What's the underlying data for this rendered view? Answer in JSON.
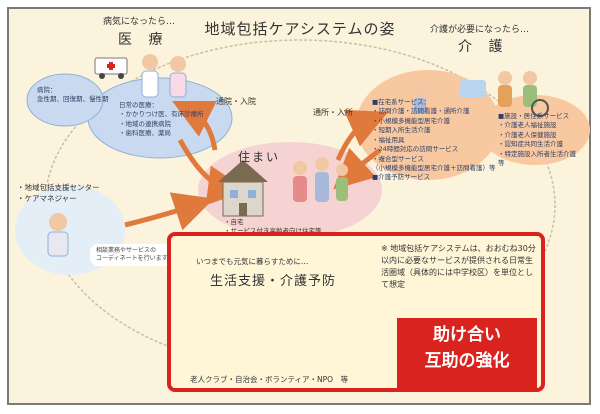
{
  "title": "地域包括ケアシステムの姿",
  "medical": {
    "header": "病気になったら…",
    "title": "医 療",
    "hospital_lines": [
      "病院：",
      "急性期、回復期、慢性期"
    ],
    "clinic_lines": [
      "日常の医療：",
      "・かかりつけ医、有床診療所",
      "・地域の連携病院",
      "・歯科医療、薬局"
    ]
  },
  "care": {
    "header": "介護が必要になったら…",
    "title": "介 護",
    "home_services": [
      "■在宅系サービス：",
      "・訪問介護・訪問看護・通所介護",
      "・小規模多機能型居宅介護",
      "・短期入所生活介護",
      "・福祉用具",
      "・24時間対応の訪問サービス",
      "・複合型サービス",
      "（小規模多機能型居宅介護＋訪問看護）等",
      "■介護予防サービス"
    ],
    "facility_services": [
      "■施設・居住系サービス",
      "・介護老人福祉施設",
      "・介護老人保健施設",
      "・認知症共同生活介護",
      "・特定施設入所者生活介護",
      "等"
    ]
  },
  "home": {
    "label": "住まい",
    "items": [
      "・自宅",
      "・サービス付き高齢者向け住宅等"
    ]
  },
  "arrows": {
    "medical": "通院・入院",
    "care": "通所・入所"
  },
  "support_center": {
    "lines": [
      "・地域包括支援センター",
      "・ケアマネジャー"
    ],
    "bubble": [
      "相談業務やサービスの",
      "コーディネートを行います。"
    ]
  },
  "living": {
    "header": "いつまでも元気に暮らすために…",
    "title": "生活支援・介護予防",
    "footer": "老人クラブ・自治会・ボランティア・NPO　等"
  },
  "note": "※ 地域包括ケアシステムは、おおむね30分以内に必要なサービスが提供される日常生活圏域（具体的には中学校区）を単位として想定",
  "emphasis": [
    "助け合い",
    "互助の強化"
  ],
  "colors": {
    "accent_red": "#d9231f",
    "background": "#fbf3dc",
    "arrow": "#e07a3c",
    "blue_ellipse": "#c9daf0",
    "orange_ellipse": "#f8c9a0",
    "green_ellipse": "#dcebc4",
    "pink_ellipse": "#f6d3d3"
  }
}
